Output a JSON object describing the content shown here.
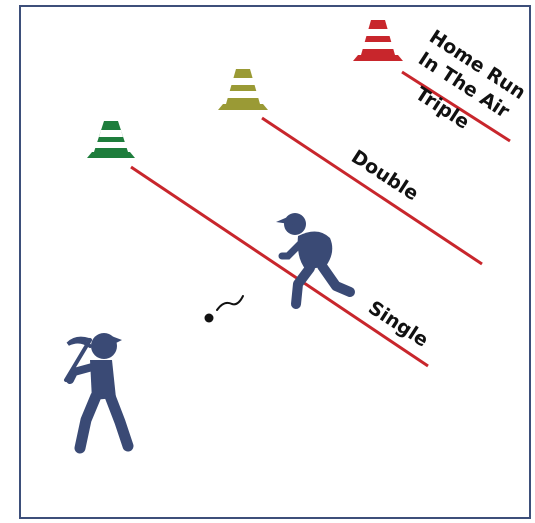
{
  "diagram": {
    "zones": [
      {
        "key": "single",
        "label": "Single",
        "cone_color": "#1e7d3c",
        "line_color": "#c8262c"
      },
      {
        "key": "double",
        "label": "Double",
        "cone_color": "#9a9a35",
        "line_color": "#c8262c"
      },
      {
        "key": "triple",
        "label": "Triple",
        "cone_color": "#c8262c",
        "line_color": "#c8262c"
      }
    ],
    "home_run_label_line1": "Home Run",
    "home_run_label_line2": "In The Air",
    "colors": {
      "figure": "#3a4a75",
      "line": "#c8262c",
      "border": "#3d4f7a",
      "cone_stripe": "#ffffff"
    },
    "icons": {
      "batter": "batter-icon",
      "runner": "runner-icon",
      "ball": "baseball-icon"
    }
  }
}
